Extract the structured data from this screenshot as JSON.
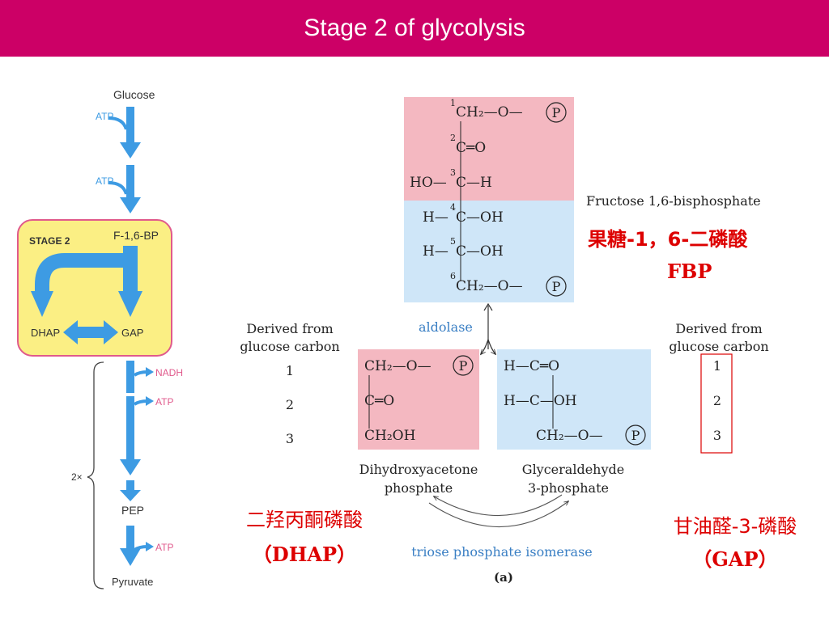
{
  "slide": {
    "title": "Stage 2 of glycolysis"
  },
  "pathway": {
    "glucose": "Glucose",
    "atp_1": "ATP",
    "atp_2": "ATP",
    "stage_label": "STAGE 2",
    "f16bp": "F-1,6-BP",
    "dhap": "DHAP",
    "gap": "GAP",
    "nadh": "NADH",
    "atp_3": "ATP",
    "multiplier": "2×",
    "pep": "PEP",
    "atp_4": "ATP",
    "pyruvate": "Pyruvate"
  },
  "fbp": {
    "rows": [
      {
        "left": "",
        "num": "1",
        "center": "CH₂—O—",
        "phosphate": "P"
      },
      {
        "left": "",
        "num": "2",
        "center": "C═O",
        "phosphate": ""
      },
      {
        "left": "HO—",
        "num": "3",
        "center": "C—H",
        "phosphate": ""
      },
      {
        "left": "H—",
        "num": "4",
        "center": "C—OH",
        "phosphate": ""
      },
      {
        "left": "H—",
        "num": "5",
        "center": "C—OH",
        "phosphate": ""
      },
      {
        "left": "",
        "num": "6",
        "center": "CH₂—O—",
        "phosphate": "P"
      }
    ],
    "name": "Fructose 1,6-bisphosphate",
    "name_cn": "果糖-1，6-二磷酸",
    "abbr": "FBP"
  },
  "enzymes": {
    "aldolase": "aldolase",
    "isomerase": "triose phosphate isomerase"
  },
  "derived_label_1": "Derived from",
  "derived_label_2": "glucose carbon",
  "left_carbons": [
    "1",
    "2",
    "3"
  ],
  "right_carbons": [
    "1",
    "2",
    "3"
  ],
  "dhap_box": {
    "rows": [
      "CH₂—O—",
      "C═O",
      "CH₂OH"
    ],
    "phosphate": "P",
    "name_1": "Dihydroxyacetone",
    "name_2": "phosphate",
    "name_cn": "二羟丙酮磷酸",
    "abbr": "（DHAP）"
  },
  "gap_box": {
    "rows": [
      "H—C═O",
      "H—C—OH",
      "CH₂—O—"
    ],
    "phosphate": "P",
    "name_1": "Glyceraldehyde",
    "name_2": "3-phosphate",
    "name_cn": "甘油醛-3-磷酸",
    "abbr": "（GAP）"
  },
  "panel_label": "(a)",
  "colors": {
    "header": "#cc0066",
    "pink_box": "#f4b8c1",
    "blue_box": "#cfe6f8",
    "stage_box": "#fbef84",
    "arrow_blue": "#3d9be3",
    "annotation_red": "#dd0000",
    "enzyme_blue": "#3a7fc4"
  }
}
